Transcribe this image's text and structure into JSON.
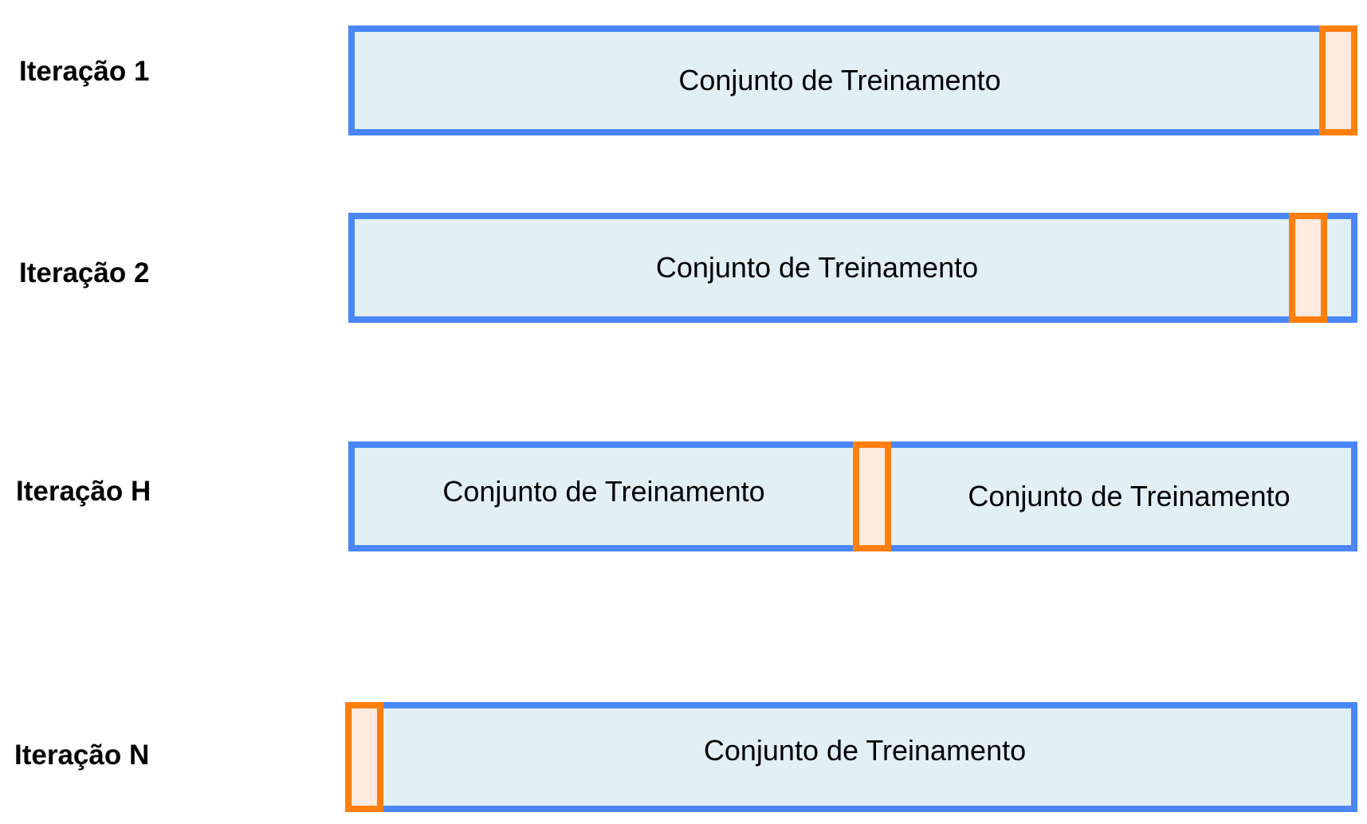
{
  "colors": {
    "training_border": "#4a86f7",
    "training_fill": "#e2f0f5",
    "validation_border": "#ff7f0e",
    "validation_fill": "#fdebe0"
  },
  "rows": [
    {
      "label": "Iteração 1",
      "segments": [
        "Conjunto de Treinamento"
      ]
    },
    {
      "label": "Iteração 2",
      "segments": [
        "Conjunto de Treinamento"
      ]
    },
    {
      "label": "Iteração H",
      "segments": [
        "Conjunto de Treinamento",
        "Conjunto de Treinamento"
      ]
    },
    {
      "label": "Iteração N",
      "segments": [
        "Conjunto de Treinamento"
      ]
    }
  ]
}
